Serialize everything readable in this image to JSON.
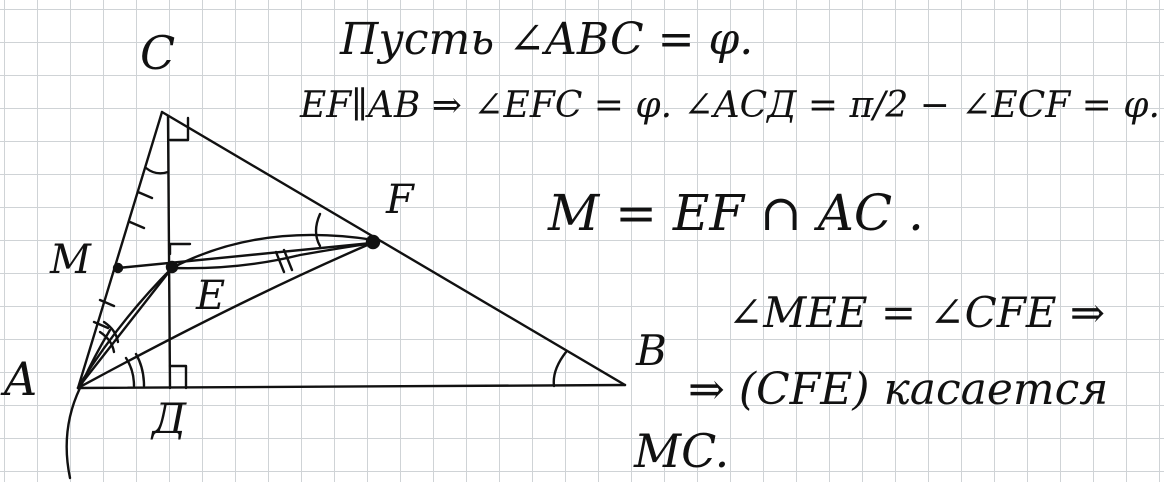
{
  "points": {
    "A": "A",
    "B": "B",
    "C": "C",
    "D": "Д",
    "M": "M",
    "F": "F",
    "E": "E"
  },
  "notes": {
    "line1": "Пусть ∠ABC = φ.",
    "line2": "EF∥AB ⇒ ∠EFC = φ. ∠ACД = π/2 − ∠ECF = φ.",
    "line3": "M = EF ∩ AC .",
    "line4": "∠MEE = ∠CFE ⇒",
    "line5": "⇒ (CFE) касается",
    "line6": "MC."
  },
  "colors": {
    "ink": "#111111",
    "grid": "#cfd3d6",
    "paper": "#ffffff"
  }
}
